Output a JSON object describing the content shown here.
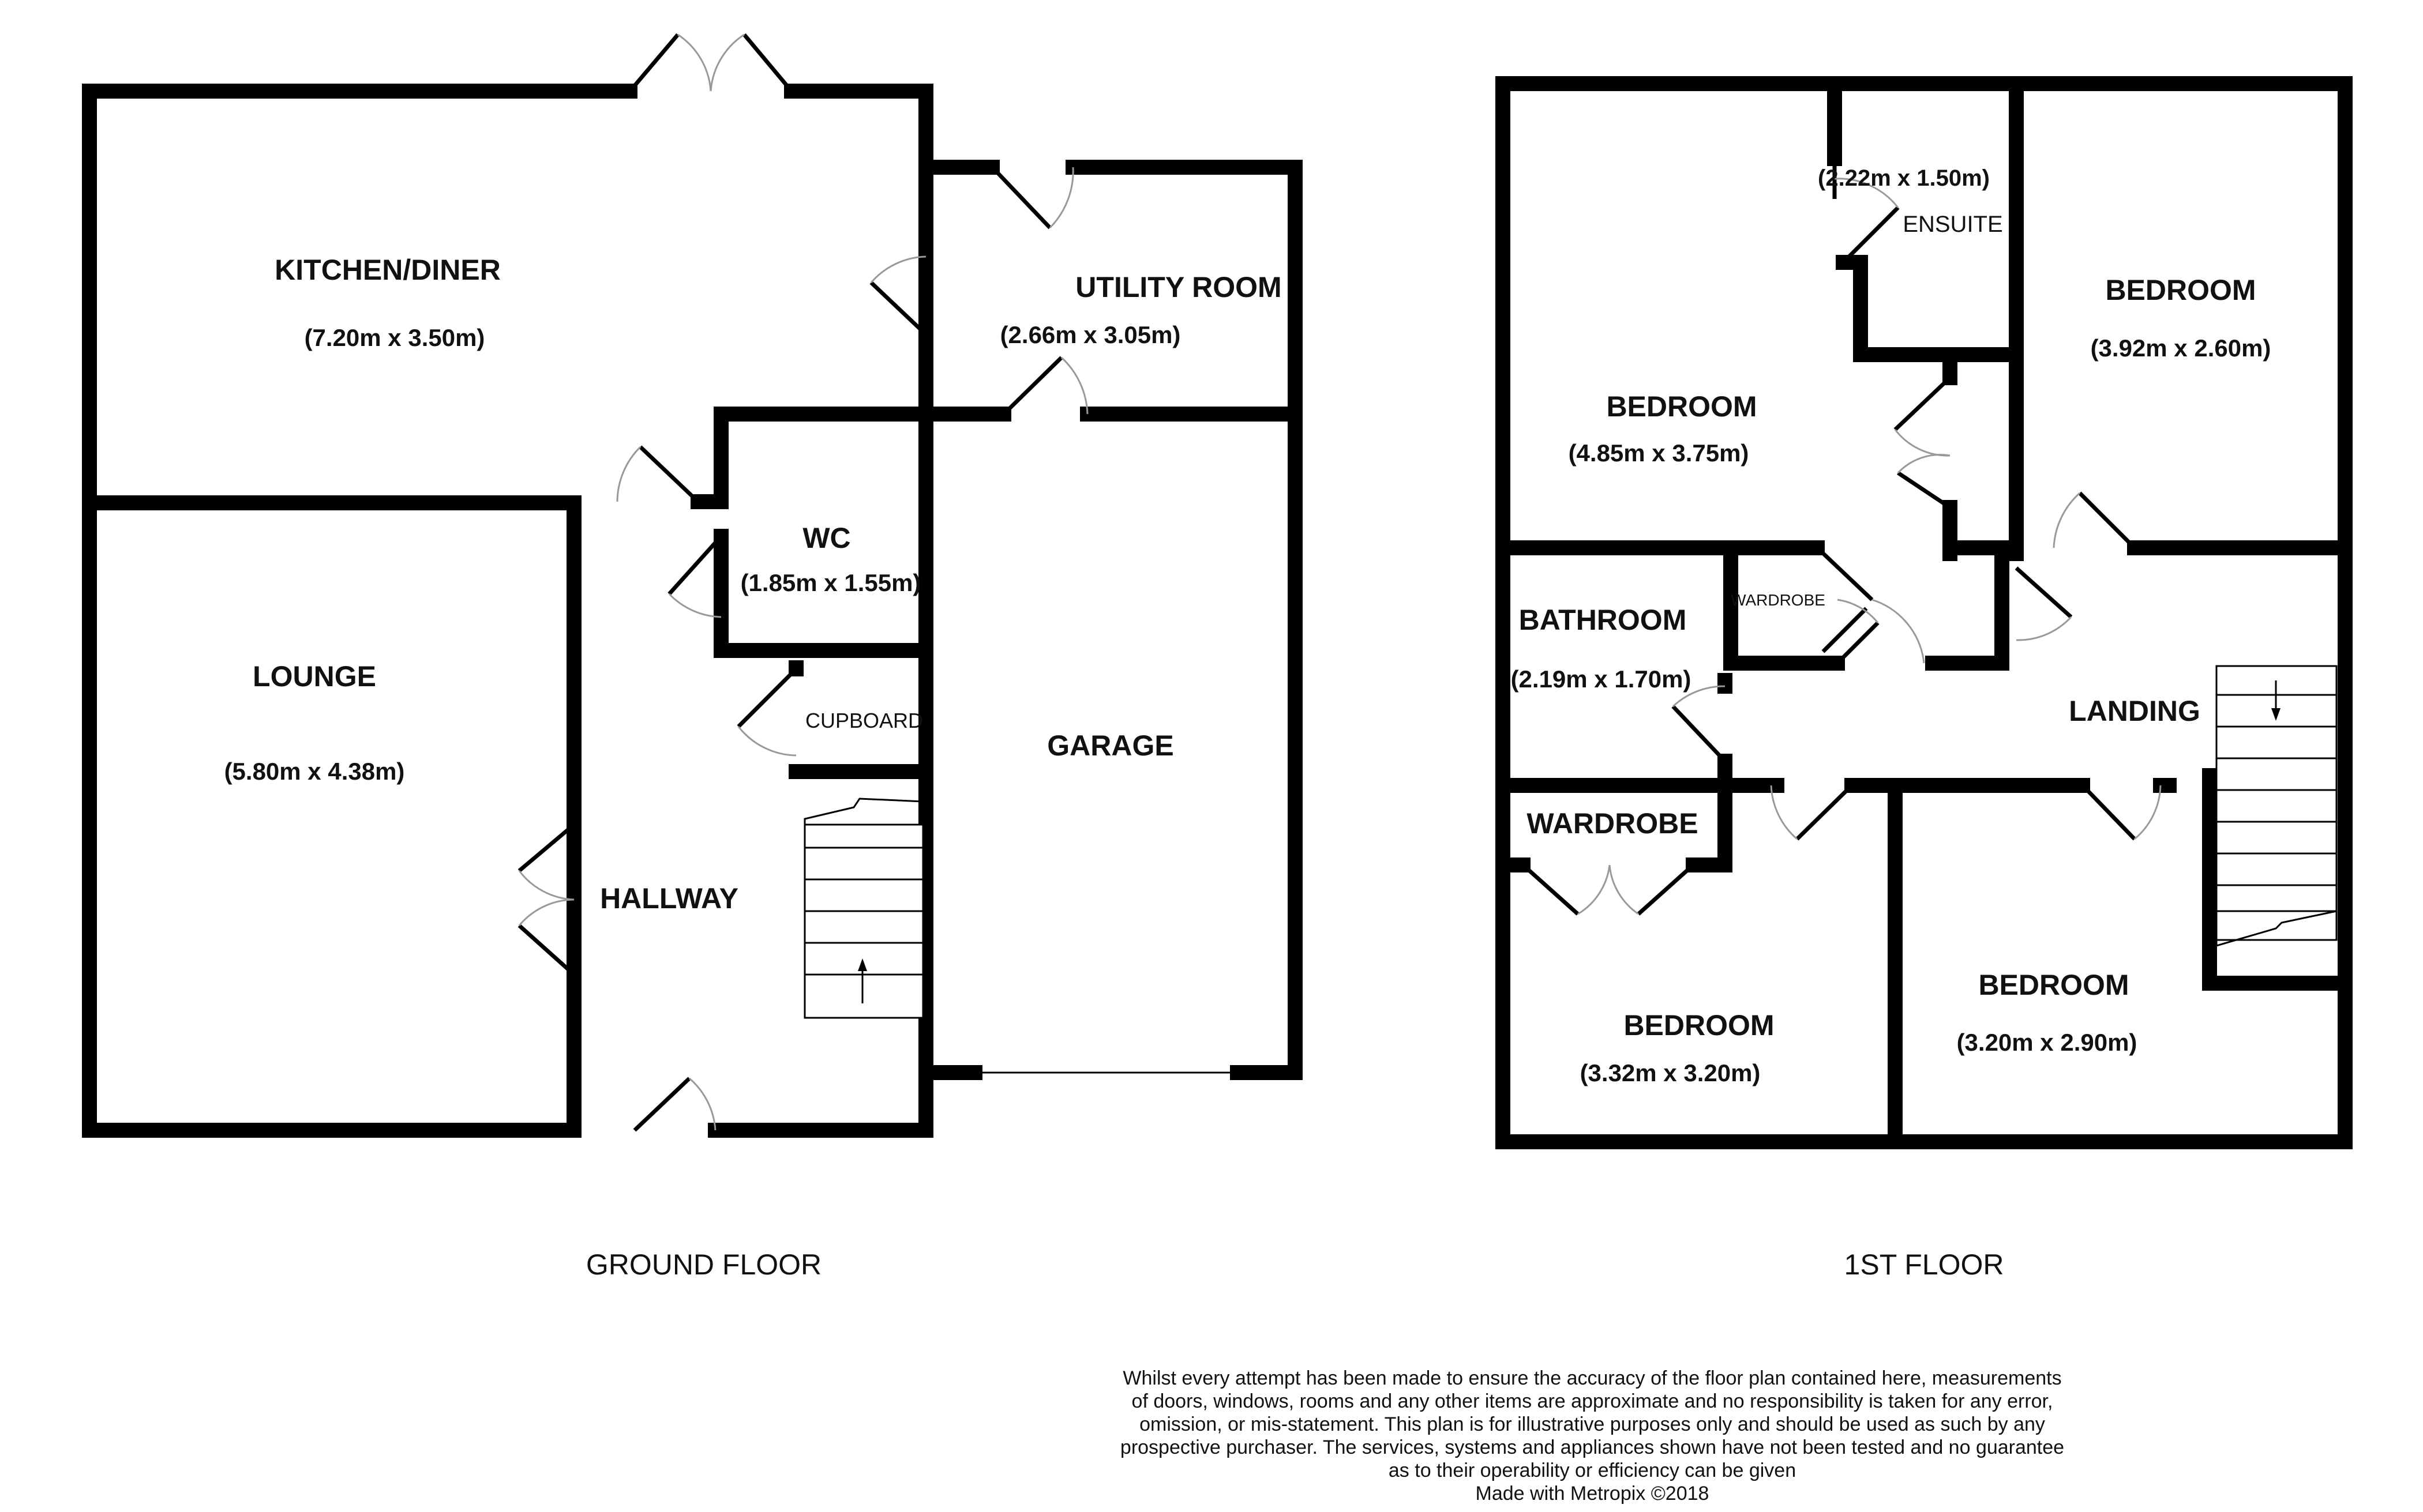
{
  "ground_floor": {
    "title": "GROUND FLOOR",
    "rooms": {
      "kitchen": {
        "name": "KITCHEN/DINER",
        "size": "(7.20m x 3.50m)"
      },
      "utility": {
        "name": "UTILITY ROOM",
        "size": "(2.66m x 3.05m)"
      },
      "wc": {
        "name": "WC",
        "size": "(1.85m x 1.55m)"
      },
      "lounge": {
        "name": "LOUNGE",
        "size": "(5.80m x 4.38m)"
      },
      "cupboard": {
        "name": "CUPBOARD"
      },
      "garage": {
        "name": "GARAGE"
      },
      "hallway": {
        "name": "HALLWAY"
      }
    }
  },
  "first_floor": {
    "title": "1ST FLOOR",
    "rooms": {
      "ensuite": {
        "name": "ENSUITE",
        "size": "(2.22m x 1.50m)"
      },
      "bedroom_front_right": {
        "name": "BEDROOM",
        "size": "(3.92m x 2.60m)"
      },
      "bedroom_main": {
        "name": "BEDROOM",
        "size": "(4.85m x 3.75m)"
      },
      "wardrobe_small": {
        "name": "WARDROBE"
      },
      "bathroom": {
        "name": "BATHROOM",
        "size": "(2.19m x 1.70m)"
      },
      "landing": {
        "name": "LANDING"
      },
      "wardrobe": {
        "name": "WARDROBE"
      },
      "bedroom_rear_left": {
        "name": "BEDROOM",
        "size": "(3.32m x 3.20m)"
      },
      "bedroom_rear_right": {
        "name": "BEDROOM",
        "size": "(3.20m x 2.90m)"
      }
    }
  },
  "disclaimer": {
    "lines": [
      "Whilst every attempt has been made to ensure the accuracy of the floor plan contained here, measurements",
      "of doors, windows, rooms and any other items are approximate and no responsibility is taken for any error,",
      "omission, or mis-statement. This plan is for illustrative purposes only and should be used as such by any",
      "prospective purchaser. The services, systems and appliances shown have not been tested and no guarantee",
      "as to their operability or efficiency can be given"
    ],
    "credit": "Made with Metropix ©2018"
  }
}
